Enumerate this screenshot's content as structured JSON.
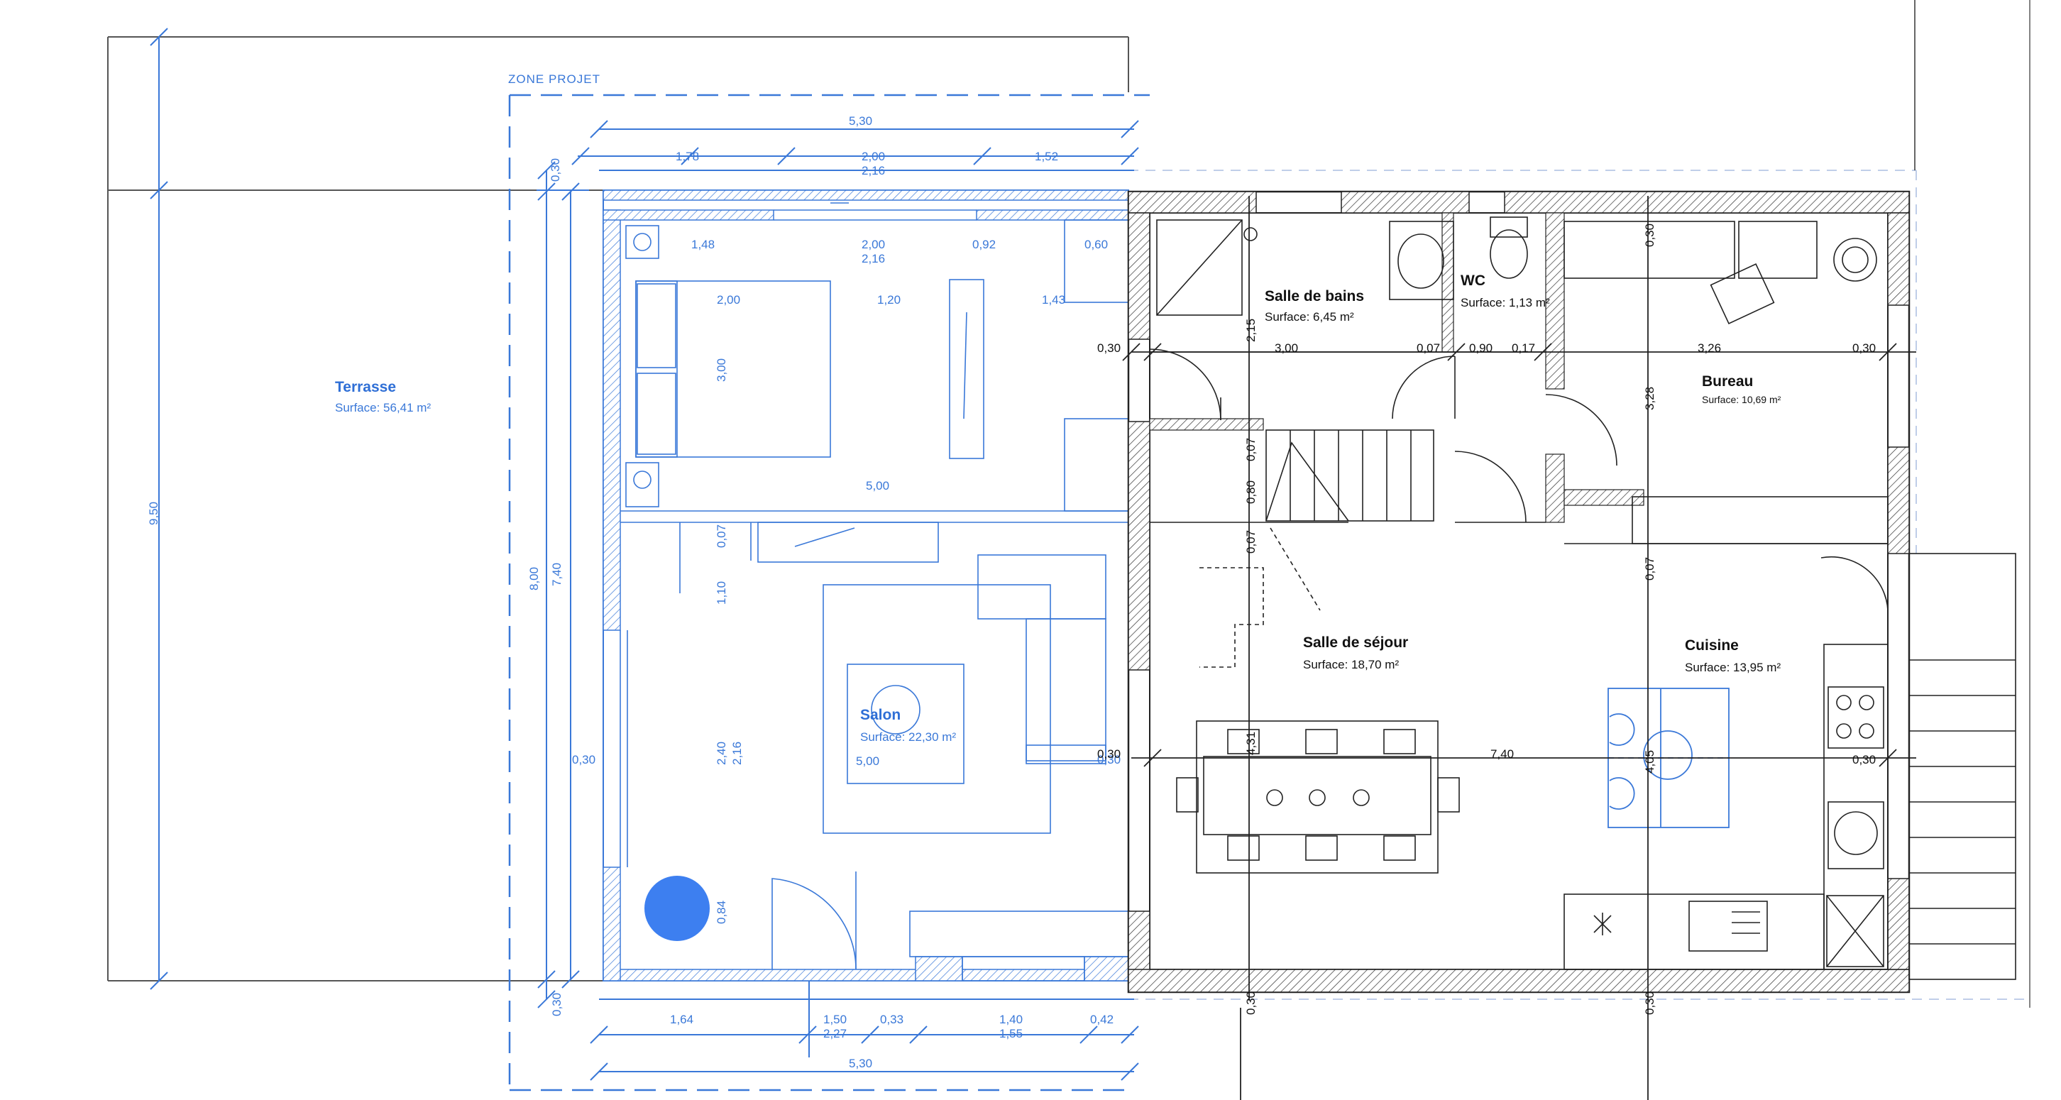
{
  "zone_label": "ZONE PROJET",
  "rooms": {
    "terrasse": {
      "name": "Terrasse",
      "surface": "Surface: 56,41 m²"
    },
    "salle_de_bains": {
      "name": "Salle de bains",
      "surface": "Surface: 6,45 m²"
    },
    "wc": {
      "name": "WC",
      "surface": "Surface: 1,13 m²"
    },
    "bureau": {
      "name": "Bureau",
      "surface": "Surface: 10,69 m²"
    },
    "salle_de_sejour": {
      "name": "Salle de séjour",
      "surface": "Surface: 18,70 m²"
    },
    "cuisine": {
      "name": "Cuisine",
      "surface": "Surface: 13,95 m²"
    },
    "salon": {
      "name": "Salon",
      "surface": "Surface: 22,30 m²"
    }
  },
  "dimensions": {
    "top_total": "5,30",
    "top_a": "1,78",
    "top_b": "2,00",
    "top_b2": "2,16",
    "top_c": "1,52",
    "top_d": "0,30",
    "r1_a": "1,48",
    "r1_b": "2,00",
    "r1_b2": "2,16",
    "r1_c": "0,92",
    "r1_d": "0,60",
    "r2_a": "2,00",
    "r2_b": "1,20",
    "r2_c": "1,43",
    "v_300": "3,00",
    "h_500a": "5,00",
    "v_007a": "0,07",
    "v_110": "1,10",
    "v_240": "2,40",
    "v_216": "2,16",
    "h_500b": "5,00",
    "v_084": "0,84",
    "left_030": "0,30",
    "left_800": "8,00",
    "left_740": "7,40",
    "left_950": "9,50",
    "left_030b": "0,30",
    "left_030c": "0,30",
    "sdb_030": "0,30",
    "sdb_215": "2,15",
    "sdb_300": "3,00",
    "sdb_007": "0,07",
    "wc_090": "0,90",
    "wc_017": "0,17",
    "bur_326": "3,26",
    "bur_030": "0,30",
    "bur_030v": "0,30",
    "bur_328": "3,28",
    "st_007": "0,07",
    "st_080": "0,80",
    "st_007b": "0,07",
    "k_007": "0,07",
    "sej_030l": "0,30",
    "sej_431": "4,31",
    "sej_740": "7,40",
    "sej_405": "4,05",
    "sej_030r": "0,30",
    "bot_030a": "0,30",
    "bot_030b": "0,30",
    "b1_a": "1,64",
    "b1_b": "1,50",
    "b1_c": "0,33",
    "b1_d": "1,40",
    "b1_e": "0,42",
    "b2_a": "2,27",
    "b2_b": "1,55",
    "b3_total": "5,30"
  }
}
